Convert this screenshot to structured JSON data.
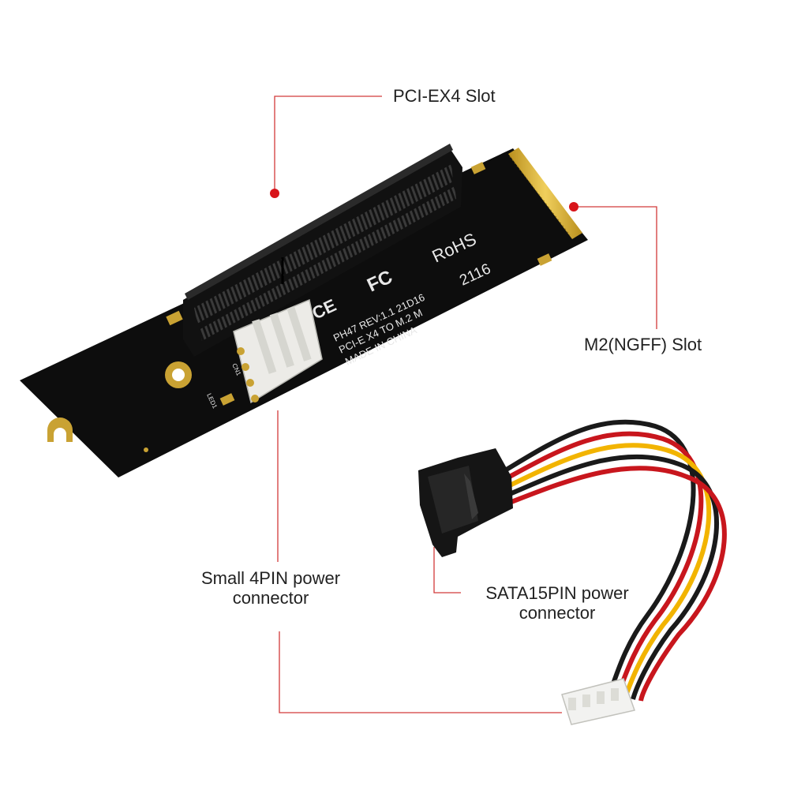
{
  "callouts": {
    "pcie_slot": "PCI-EX4 Slot",
    "m2_slot": "M2(NGFF) Slot",
    "small_power": [
      "Small 4PIN power",
      "connector"
    ],
    "sata_power": [
      "SATA15PIN power",
      "connector"
    ]
  },
  "board_markings": {
    "rohs": "RoHS",
    "fc": "FC",
    "ce": "CE",
    "date_code": "2116",
    "line1": "PH47  REV:1.1  21D16",
    "line2": "PCI-E X4 TO M.2 M",
    "line3": "MADE IN CHINA",
    "pin_label": "CN1",
    "led_label": "LED1"
  },
  "colors": {
    "pcb": "#0d0d0d",
    "gold": "#d8b23a",
    "leader_line": "#d23a3a",
    "wire_yellow": "#f2b400",
    "wire_black": "#1a1a1a",
    "wire_red": "#c8161d"
  },
  "icons": [
    "fc-mark-icon",
    "ce-mark-icon"
  ]
}
